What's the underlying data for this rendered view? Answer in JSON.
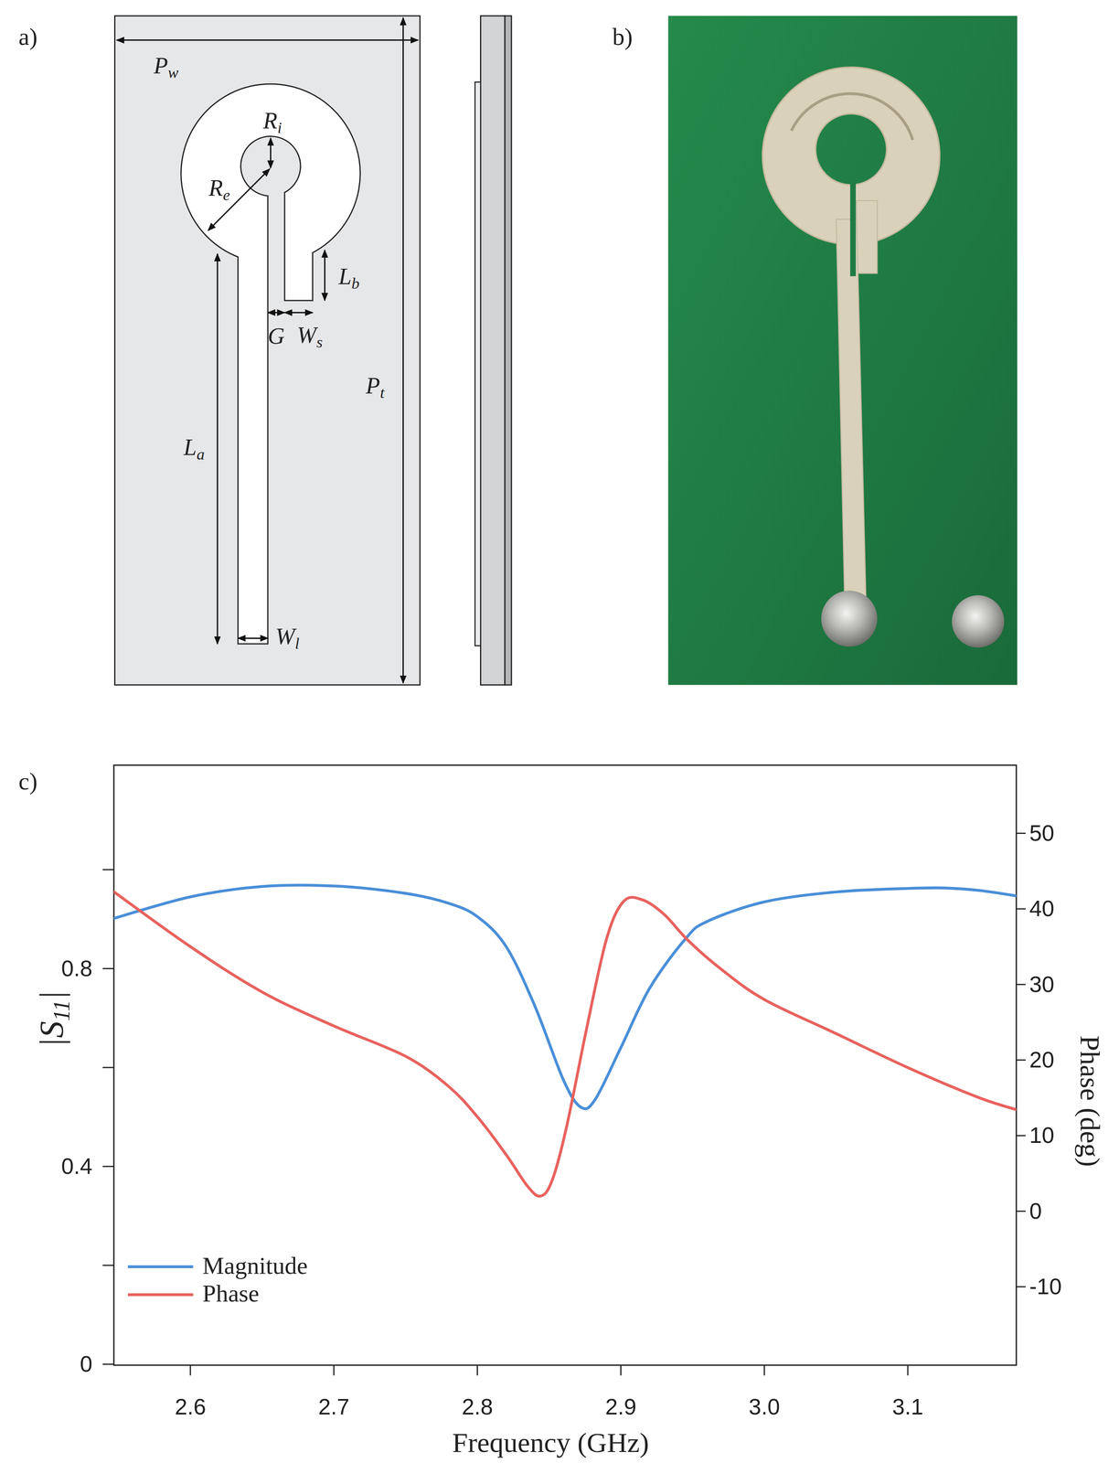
{
  "diagram": {
    "labels": [
      "a)",
      "Pw",
      "Ri",
      "Re",
      "Lb",
      "G",
      "Ws",
      "Pt",
      "La",
      "Wl",
      "b)",
      "c)",
      "0.8",
      "0.4",
      "0",
      "|S11|",
      "50",
      "40",
      "30",
      "20",
      "10",
      "0",
      "-10",
      "Phase (deg)",
      "2.6",
      "2.7",
      "2.8",
      "2.9",
      "3.0",
      "3.1",
      "Frequency (GHz)"
    ],
    "legend": [
      {
        "text": "Magnitude",
        "color": "#4a8fd8"
      },
      {
        "text": "Phase",
        "color": "#e8625e"
      }
    ]
  }
}
